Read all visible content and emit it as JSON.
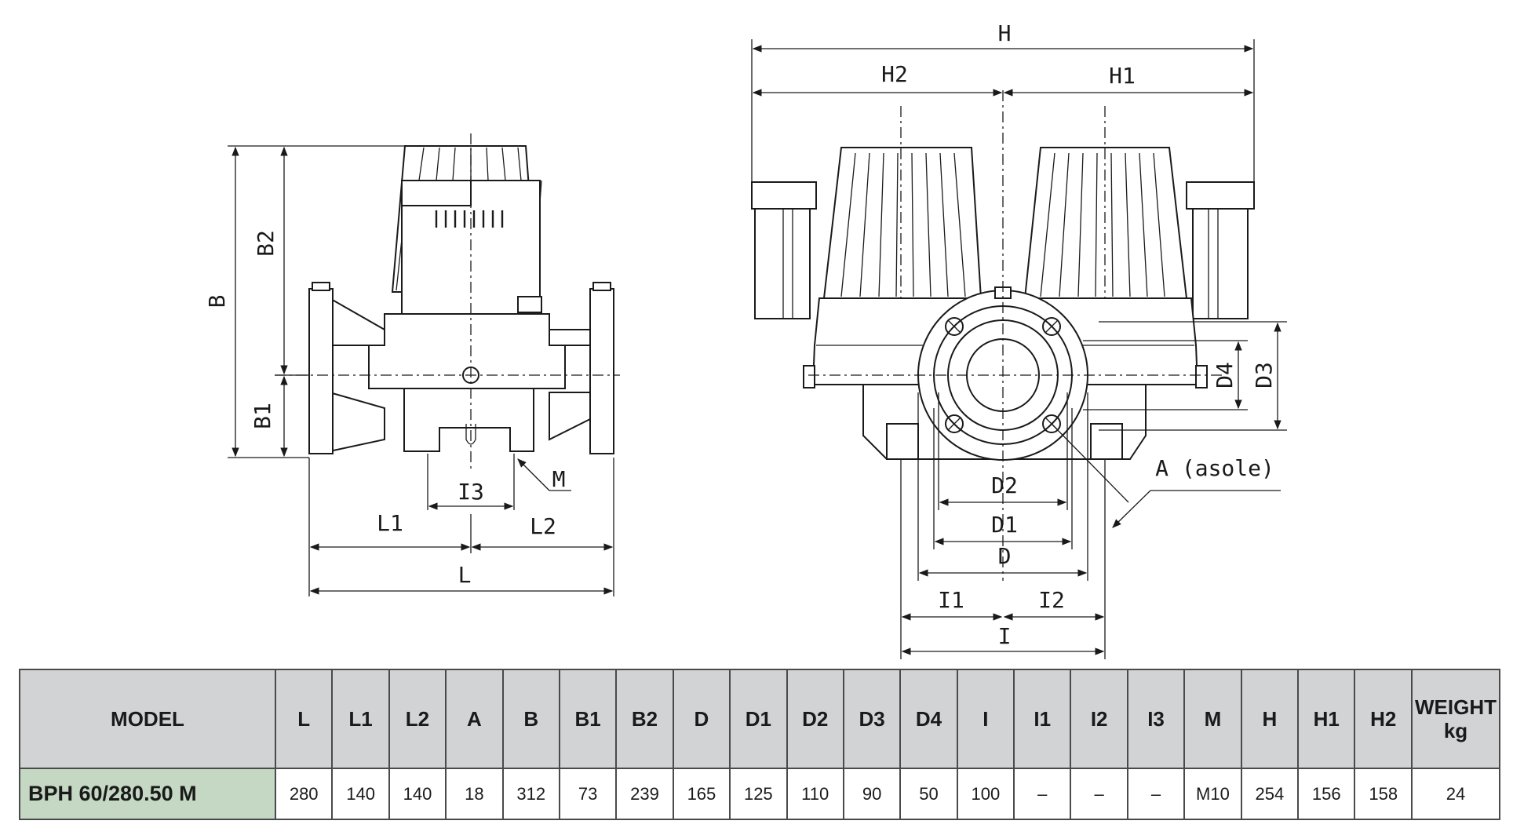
{
  "drawing": {
    "side_view_labels": {
      "B": "B",
      "B1": "B1",
      "B2": "B2",
      "L": "L",
      "L1": "L1",
      "L2": "L2",
      "I3": "I3",
      "M": "M"
    },
    "front_view_labels": {
      "H": "H",
      "H1": "H1",
      "H2": "H2",
      "D": "D",
      "D1": "D1",
      "D2": "D2",
      "D3": "D3",
      "D4": "D4",
      "I": "I",
      "I1": "I1",
      "I2": "I2",
      "A": "A (asole)"
    }
  },
  "table": {
    "columns": [
      "MODEL",
      "L",
      "L1",
      "L2",
      "A",
      "B",
      "B1",
      "B2",
      "D",
      "D1",
      "D2",
      "D3",
      "D4",
      "I",
      "I1",
      "I2",
      "I3",
      "M",
      "H",
      "H1",
      "H2"
    ],
    "weight_header": {
      "line1": "WEIGHT",
      "line2": "kg"
    },
    "rows": [
      {
        "model": "BPH 60/280.50 M",
        "values": [
          "280",
          "140",
          "140",
          "18",
          "312",
          "73",
          "239",
          "165",
          "125",
          "110",
          "90",
          "50",
          "100",
          "–",
          "–",
          "–",
          "M10",
          "254",
          "156",
          "158",
          "24"
        ]
      }
    ]
  }
}
